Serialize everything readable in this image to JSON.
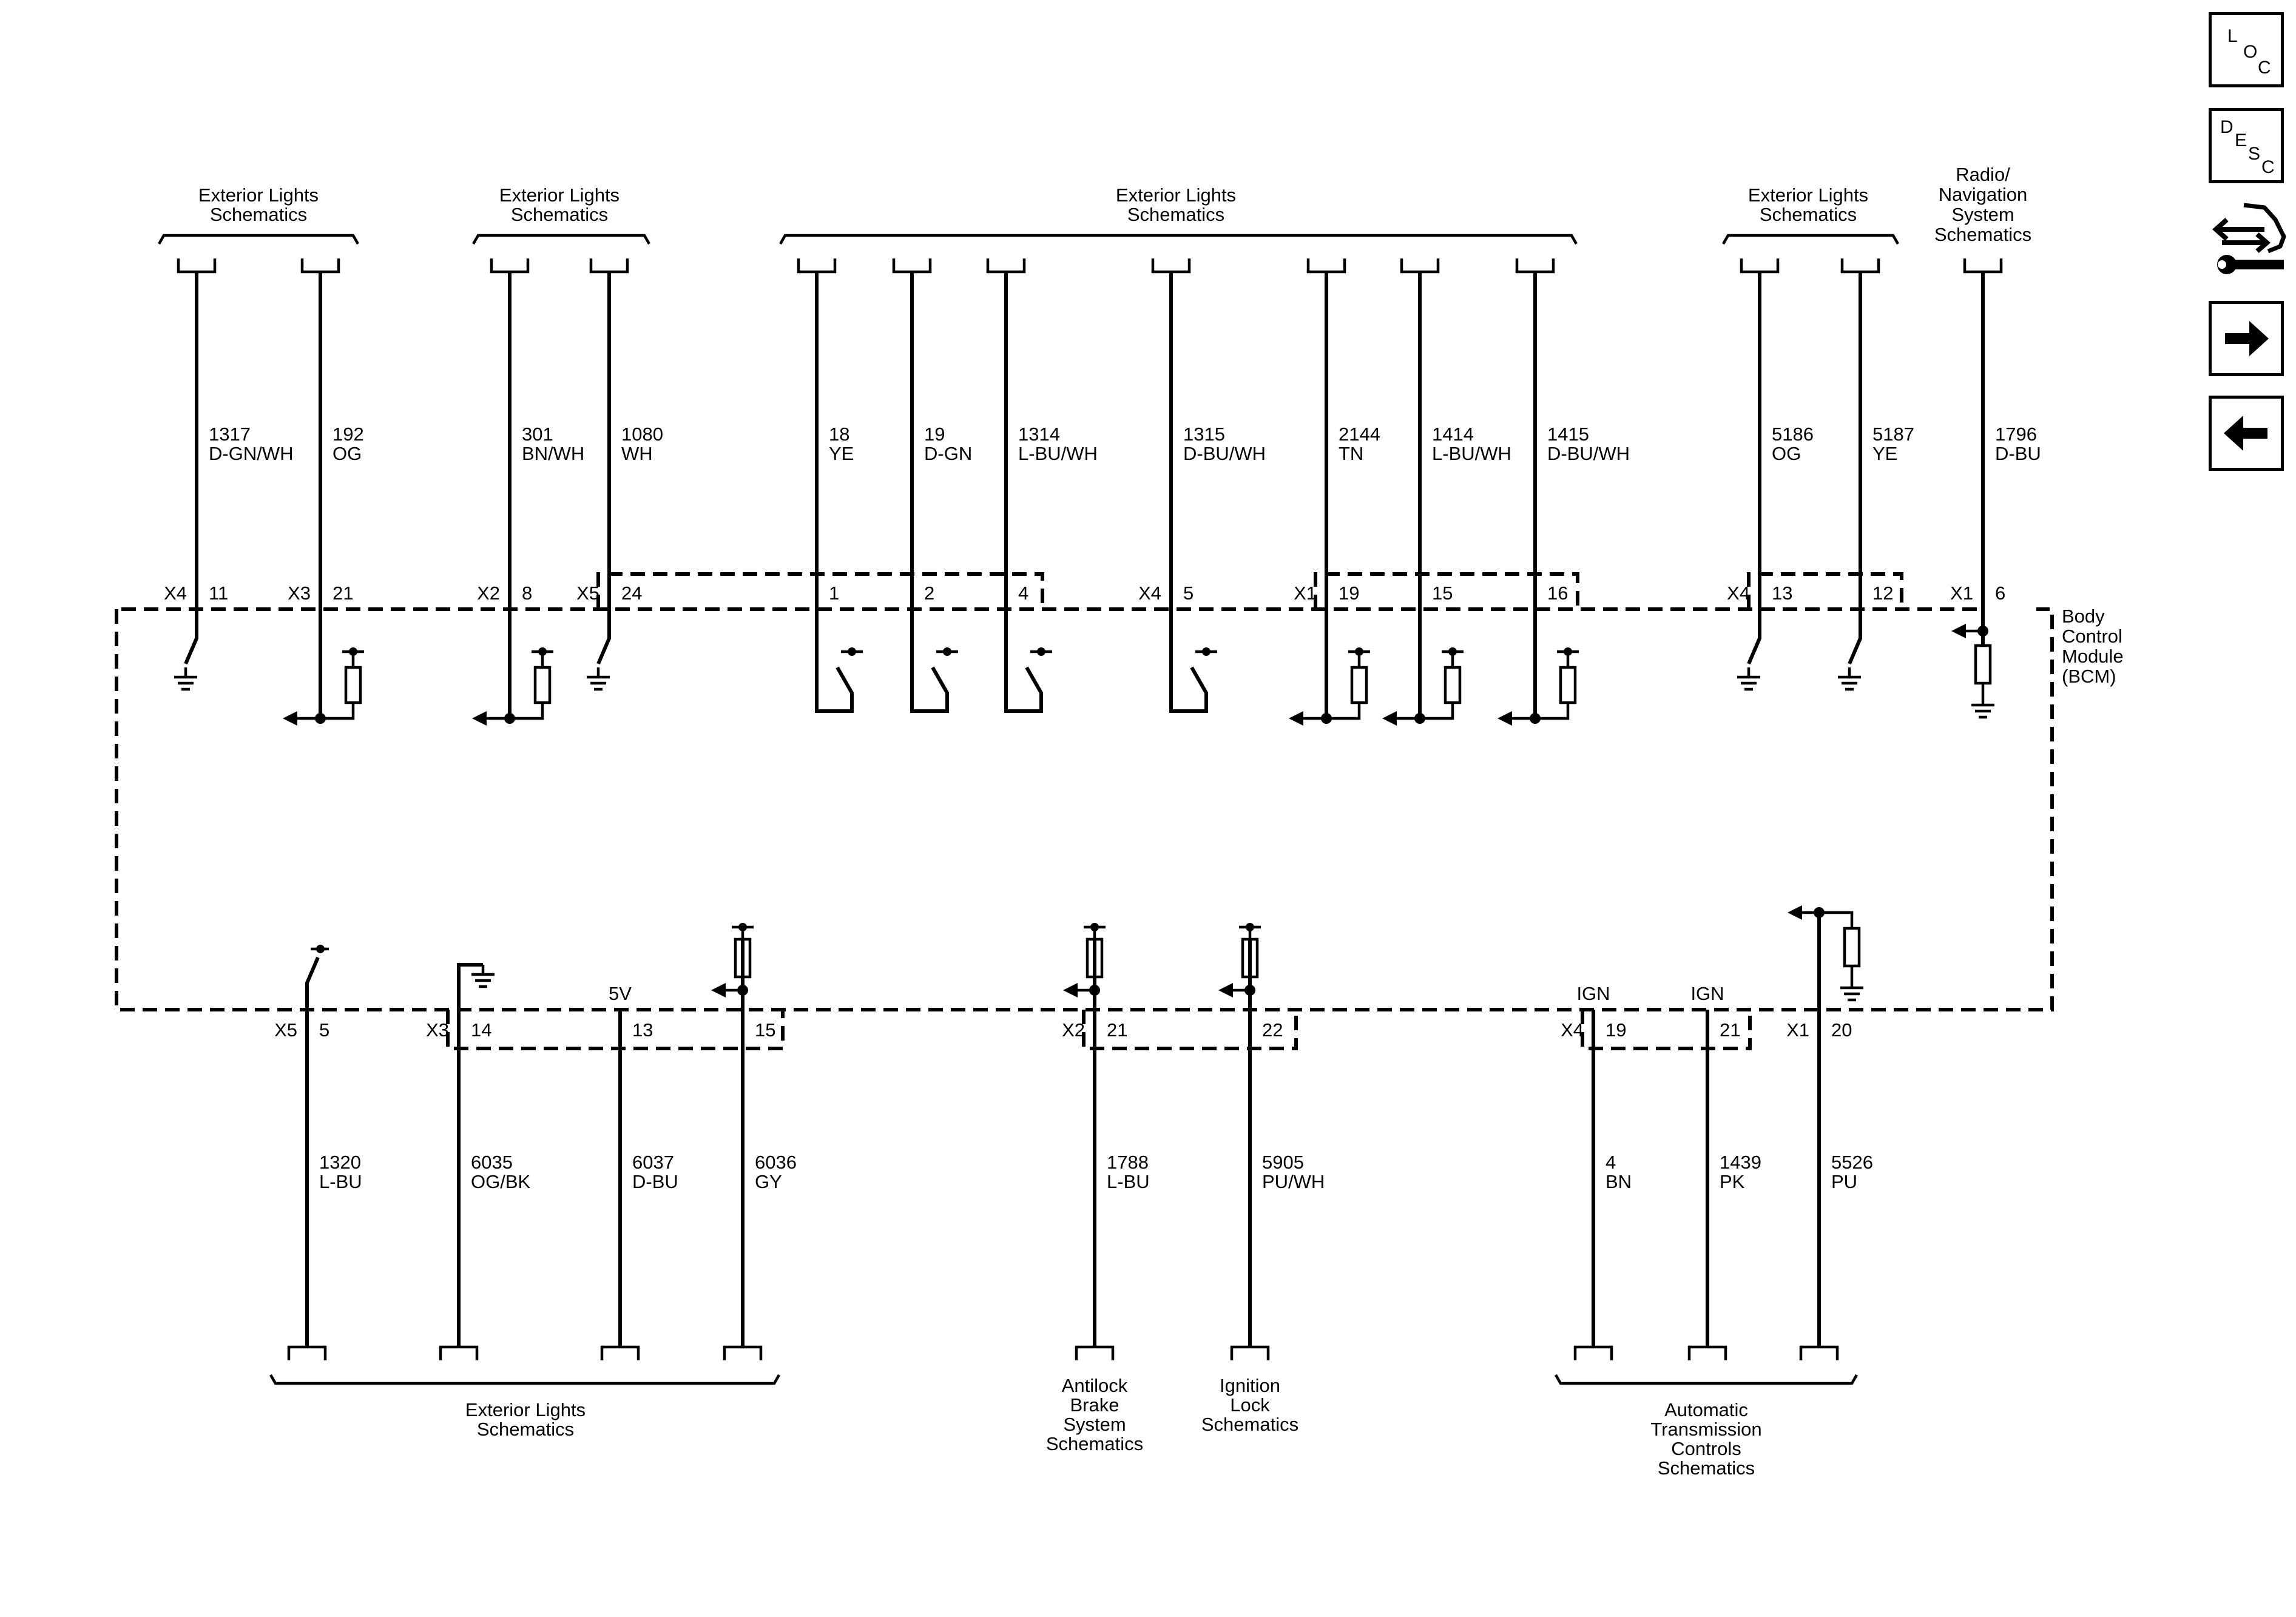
{
  "nav_buttons": {
    "loc": {
      "letters": [
        "L",
        "O",
        "C"
      ],
      "icon": "loc-icon"
    },
    "desc": {
      "letters": [
        "D",
        "E",
        "S",
        "C"
      ],
      "icon": "desc-icon"
    },
    "connector_info": {
      "icon": "connector-wrench-icon"
    },
    "next": {
      "icon": "arrow-right-icon"
    },
    "previous": {
      "icon": "arrow-left-icon"
    }
  },
  "module": {
    "name_lines": [
      "Body",
      "Control",
      "Module",
      "(BCM)"
    ]
  },
  "top": {
    "destinations": [
      {
        "lines": [
          "Exterior Lights",
          "Schematics"
        ]
      },
      {
        "lines": [
          "Exterior Lights",
          "Schematics"
        ]
      },
      {
        "lines": [
          "Exterior Lights",
          "Schematics"
        ]
      },
      {
        "lines": [
          "Exterior Lights",
          "Schematics"
        ]
      },
      {
        "lines": [
          "Radio/",
          "Navigation",
          "System",
          "Schematics"
        ]
      }
    ],
    "circuits": [
      {
        "circuit": "1317",
        "color": "D-GN/WH",
        "connector": "X4",
        "pin": "11",
        "internal": "switch-ground"
      },
      {
        "circuit": "192",
        "color": "OG",
        "connector": "X3",
        "pin": "21",
        "internal": "pullup-output"
      },
      {
        "circuit": "301",
        "color": "BN/WH",
        "connector": "X2",
        "pin": "8",
        "internal": "pullup-output"
      },
      {
        "circuit": "1080",
        "color": "WH",
        "connector": "X5",
        "pin": "24",
        "internal": "switch-ground"
      },
      {
        "circuit": "18",
        "color": "YE",
        "connector": "",
        "pin": "1",
        "internal": "high-side-switch"
      },
      {
        "circuit": "19",
        "color": "D-GN",
        "connector": "",
        "pin": "2",
        "internal": "high-side-switch"
      },
      {
        "circuit": "1314",
        "color": "L-BU/WH",
        "connector": "",
        "pin": "4",
        "internal": "high-side-switch"
      },
      {
        "circuit": "1315",
        "color": "D-BU/WH",
        "connector": "X4",
        "pin": "5",
        "internal": "high-side-switch"
      },
      {
        "circuit": "2144",
        "color": "TN",
        "connector": "X1",
        "pin": "19",
        "internal": "pullup-output"
      },
      {
        "circuit": "1414",
        "color": "L-BU/WH",
        "connector": "",
        "pin": "15",
        "internal": "pullup-output"
      },
      {
        "circuit": "1415",
        "color": "D-BU/WH",
        "connector": "",
        "pin": "16",
        "internal": "pullup-output"
      },
      {
        "circuit": "5186",
        "color": "OG",
        "connector": "X4",
        "pin": "13",
        "internal": "switch-ground"
      },
      {
        "circuit": "5187",
        "color": "YE",
        "connector": "",
        "pin": "12",
        "internal": "switch-ground"
      },
      {
        "circuit": "1796",
        "color": "D-BU",
        "connector": "X1",
        "pin": "6",
        "internal": "pulldown-output"
      }
    ]
  },
  "bottom": {
    "destinations": [
      {
        "lines": [
          "Exterior Lights",
          "Schematics"
        ]
      },
      {
        "lines": [
          "Antilock",
          "Brake",
          "System",
          "Schematics"
        ]
      },
      {
        "lines": [
          "Ignition",
          "Lock",
          "Schematics"
        ]
      },
      {
        "lines": [
          "Automatic",
          "Transmission",
          "Controls",
          "Schematics"
        ]
      }
    ],
    "circuits": [
      {
        "circuit": "1320",
        "color": "L-BU",
        "connector": "X5",
        "pin": "5",
        "internal": "high-side-switch"
      },
      {
        "circuit": "6035",
        "color": "OG/BK",
        "connector": "X3",
        "pin": "14",
        "internal": "low-reference"
      },
      {
        "circuit": "6037",
        "color": "D-BU",
        "connector": "",
        "pin": "13",
        "internal": "5V",
        "label": "5V"
      },
      {
        "circuit": "6036",
        "color": "GY",
        "connector": "",
        "pin": "15",
        "internal": "pullup-input"
      },
      {
        "circuit": "1788",
        "color": "L-BU",
        "connector": "X2",
        "pin": "21",
        "internal": "pullup-input"
      },
      {
        "circuit": "5905",
        "color": "PU/WH",
        "connector": "",
        "pin": "22",
        "internal": "pullup-input"
      },
      {
        "circuit": "4",
        "color": "BN",
        "connector": "X4",
        "pin": "19",
        "internal": "ignition",
        "label": "IGN"
      },
      {
        "circuit": "1439",
        "color": "PK",
        "connector": "",
        "pin": "21",
        "internal": "ignition",
        "label": "IGN"
      },
      {
        "circuit": "5526",
        "color": "PU",
        "connector": "X1",
        "pin": "20",
        "internal": "pulldown-input"
      }
    ]
  }
}
